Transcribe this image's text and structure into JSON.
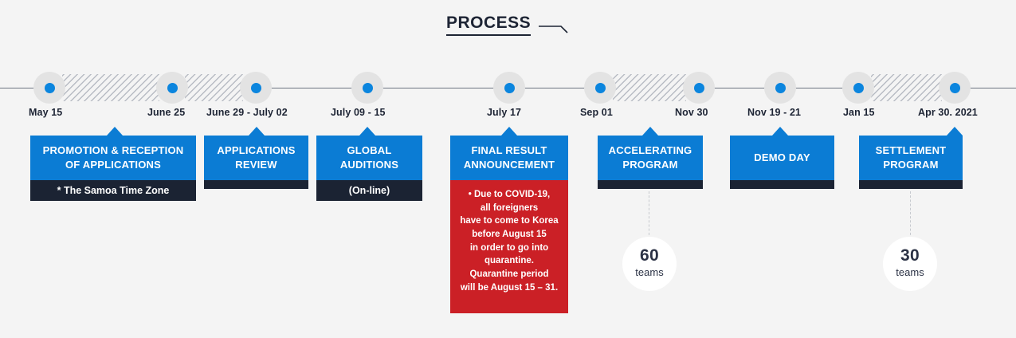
{
  "page": {
    "title": "PROCESS",
    "background_color": "#f4f4f4",
    "accent_blue": "#0b7cd4",
    "dot_blue": "#0b85de",
    "dark_navy": "#1b2333",
    "alert_red": "#cb2026",
    "text_color": "#1d2434"
  },
  "timeline": {
    "milestones": [
      {
        "label": "May 15"
      },
      {
        "label": "June 25"
      },
      {
        "label": "June 29 - July 02"
      },
      {
        "label": "July 09 - 15"
      },
      {
        "label": "July 17"
      },
      {
        "label": "Sep 01"
      },
      {
        "label": "Nov 30"
      },
      {
        "label": "Nov 19 - 21"
      },
      {
        "label": "Jan 15"
      },
      {
        "label": "Apr 30. 2021"
      }
    ]
  },
  "cards": [
    {
      "title": "PROMOTION & RECEPTION\nOF APPLICATIONS",
      "footer": "* The Samoa Time Zone",
      "footer_style": "tall"
    },
    {
      "title": "APPLICATIONS\nREVIEW",
      "footer": "",
      "footer_style": "thin"
    },
    {
      "title": "GLOBAL\nAUDITIONS",
      "footer": "(On-line)",
      "footer_style": "tall"
    },
    {
      "title": "FINAL RESULT\nANNOUNCEMENT",
      "note": "• Due to COVID-19,\nall foreigners\nhave to come to Korea\nbefore August 15\nin order to go into\nquarantine.\nQuarantine period\nwill be August 15 – 31.",
      "footer_style": "none"
    },
    {
      "title": "ACCELERATING\nPROGRAM",
      "footer": "",
      "footer_style": "thin"
    },
    {
      "title": "DEMO DAY",
      "footer": "",
      "footer_style": "thin"
    },
    {
      "title": "SETTLEMENT\nPROGRAM",
      "footer": "",
      "footer_style": "thin"
    }
  ],
  "badges": [
    {
      "number": "60",
      "unit": "teams"
    },
    {
      "number": "30",
      "unit": "teams"
    }
  ]
}
